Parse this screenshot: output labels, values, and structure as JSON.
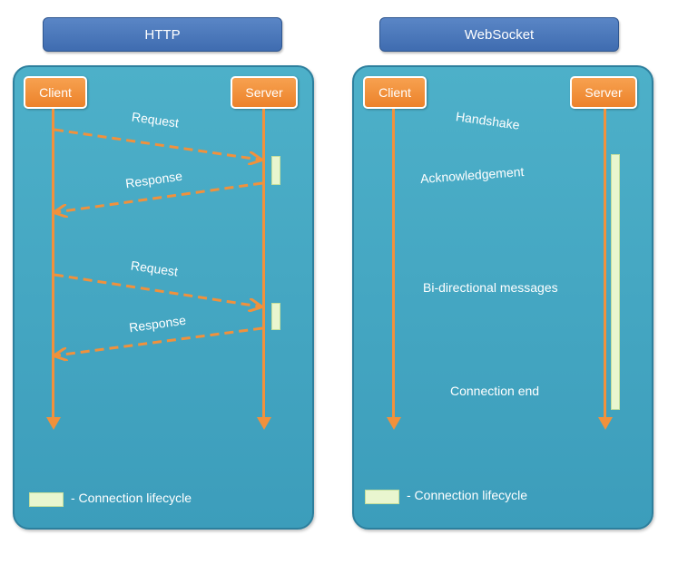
{
  "http": {
    "title": "HTTP",
    "client": "Client",
    "server": "Server",
    "messages": [
      "Request",
      "Response",
      "Request",
      "Response"
    ],
    "legend": "- Connection lifecycle"
  },
  "websocket": {
    "title": "WebSocket",
    "client": "Client",
    "server": "Server",
    "messages": [
      "Handshake",
      "Acknowledgement",
      "Bi-directional messages",
      "Connection end"
    ],
    "legend": "- Connection lifecycle"
  },
  "colors": {
    "panel": "#45a6c3",
    "title_bar": "#4a78bb",
    "actor": "#f08a32",
    "arrow_orange": "#f1913c",
    "arrow_green": "#8db33c",
    "lifecycle": "#e9f6cf"
  }
}
